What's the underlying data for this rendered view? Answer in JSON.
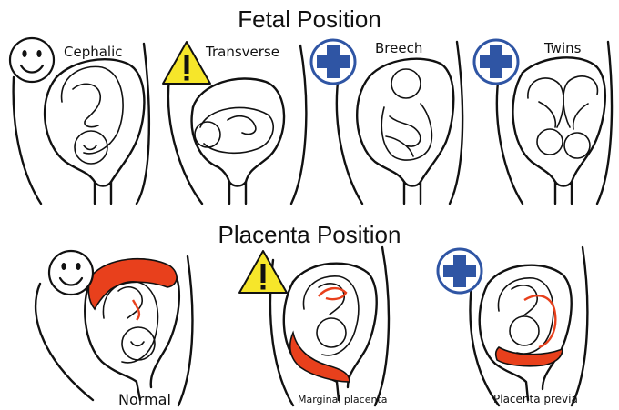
{
  "titles": {
    "fetal": "Fetal Position",
    "placenta": "Placenta Position"
  },
  "fetal_positions": [
    {
      "label": "Cephalic",
      "status_icon": "smiley-face-icon"
    },
    {
      "label": "Transverse",
      "status_icon": "warning-triangle-icon"
    },
    {
      "label": "Breech",
      "status_icon": "medical-cross-icon"
    },
    {
      "label": "Twins",
      "status_icon": "medical-cross-icon"
    }
  ],
  "placenta_positions": [
    {
      "label": "Normal",
      "status_icon": "smiley-face-icon"
    },
    {
      "label": "Marginal placenta",
      "status_icon": "warning-triangle-icon"
    },
    {
      "label": "Placenta previa",
      "status_icon": "medical-cross-icon"
    }
  ],
  "colors": {
    "placenta": "#e8401c",
    "warning": "#f6e62a",
    "medical_cross": "#2f55a4",
    "ink": "#111111"
  }
}
